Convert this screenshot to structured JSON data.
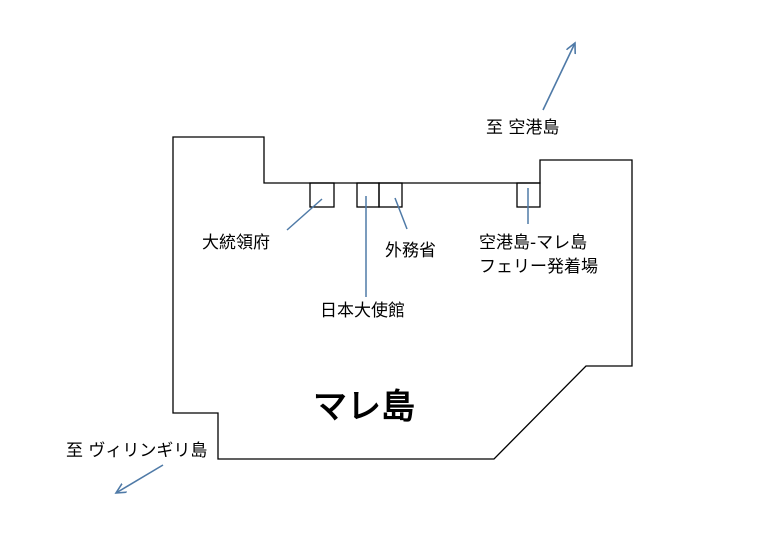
{
  "map": {
    "island_name": "マレ島",
    "colors": {
      "outline": "#000000",
      "arrow": "#4f7aa7",
      "background": "#ffffff"
    },
    "directions": {
      "to_airport_island": "至 空港島",
      "to_villingili_island": "至 ヴィリンギリ島"
    },
    "landmarks": {
      "presidents_office": "大統領府",
      "japan_embassy": "日本大使館",
      "foreign_ministry": "外務省",
      "ferry_terminal_line1": "空港島-マレ島",
      "ferry_terminal_line2": "フェリー発着場"
    }
  }
}
